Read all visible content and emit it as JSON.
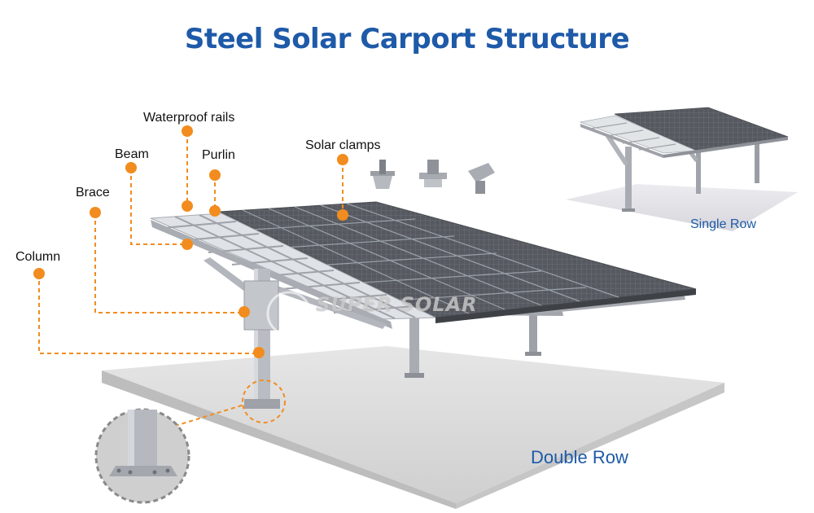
{
  "title": "Steel Solar Carport Structure",
  "labels": {
    "waterproof_rails": "Waterproof rails",
    "beam": "Beam",
    "purlin": "Purlin",
    "solar_clamps": "Solar clamps",
    "brace": "Brace",
    "column": "Column"
  },
  "captions": {
    "single_row": "Single Row",
    "double_row": "Double Row"
  },
  "brand": "SUPER SOLAR",
  "colors": {
    "title": "#1e5aa8",
    "callout": "#f28c1e",
    "panel": "#5a5d63",
    "steel": "#b8bcc2",
    "ground": "#d8d8d8"
  }
}
